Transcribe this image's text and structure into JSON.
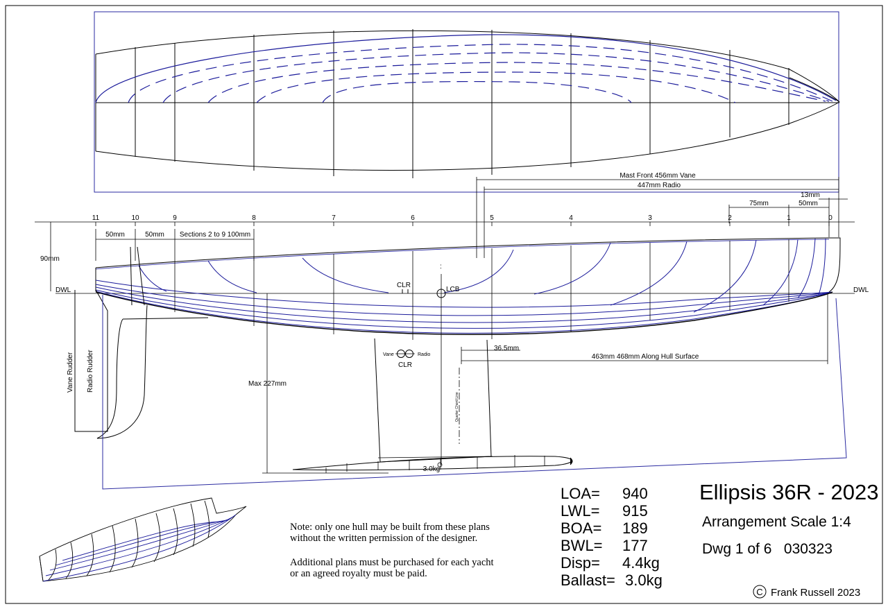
{
  "title_block": {
    "title": "Ellipsis 36R - 2023",
    "subtitle": "Arrangement Scale 1:4",
    "drawing": "Dwg 1 of 6   030323",
    "copyright_symbol": "C",
    "copyright": "Frank Russell 2023"
  },
  "specs": [
    {
      "label": "LOA=",
      "value": "940"
    },
    {
      "label": "LWL=",
      "value": "915"
    },
    {
      "label": "BOA=",
      "value": "189"
    },
    {
      "label": "BWL=",
      "value": "177"
    },
    {
      "label": "Disp=",
      "value": "4.4kg"
    },
    {
      "label": "Ballast=",
      "value": "3.0kg"
    }
  ],
  "note": {
    "line1": "Note: only one hull may be built from these plans",
    "line2": "without the written permission of the designer.",
    "line3": "Additional plans must be purchased for each yacht",
    "line4": "or an agreed royalty must be paid."
  },
  "stations": [
    "11",
    "10",
    "9",
    "8",
    "7",
    "6",
    "5",
    "4",
    "3",
    "2",
    "1",
    "0"
  ],
  "dimensions": {
    "mast_vane": "Mast Front 456mm Vane",
    "mast_radio": "447mm Radio",
    "d13": "13mm",
    "d75": "75mm",
    "d50_bow": "50mm",
    "d50_a": "50mm",
    "d50_b": "50mm",
    "sections": "Sections 2 to 9 100mm",
    "d90": "90mm",
    "max_depth": "Max 227mm",
    "d36": "36.5mm",
    "along_hull": "463mm 468mm Along Hull Surface"
  },
  "labels": {
    "dwl_left": "DWL",
    "dwl_right": "DWL",
    "clr_top": "CLR",
    "lcb": "LCB",
    "vane": "Vane",
    "radio": "Radio",
    "clr_bottom": "CLR",
    "vane_rudder": "Vane Rudder",
    "radio_rudder": "Radio Rudder",
    "quarter_chord": "Quarter Chord Line",
    "bulb_weight": "3.0kg"
  },
  "colors": {
    "line": "#000000",
    "hull_line": "#1a1a9a",
    "frame": "#2a2aa0"
  }
}
